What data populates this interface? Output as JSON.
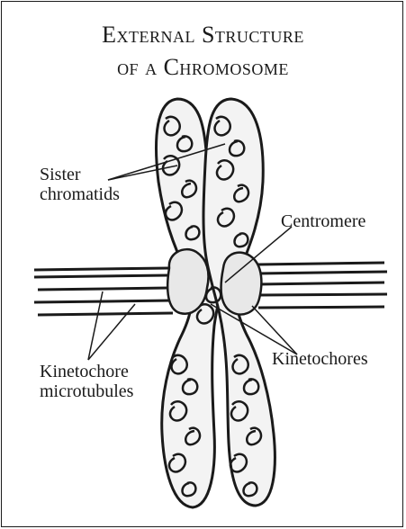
{
  "title": {
    "line1": "External Structure",
    "line2": "of a Chromosome"
  },
  "labels": {
    "sister_chromatids_1": "Sister",
    "sister_chromatids_2": "chromatids",
    "centromere": "Centromere",
    "kinetochores": "Kinetochores",
    "microtubules_1": "Kinetochore",
    "microtubules_2": "microtubules"
  },
  "colors": {
    "ink": "#1a1a1a",
    "background": "#ffffff"
  }
}
